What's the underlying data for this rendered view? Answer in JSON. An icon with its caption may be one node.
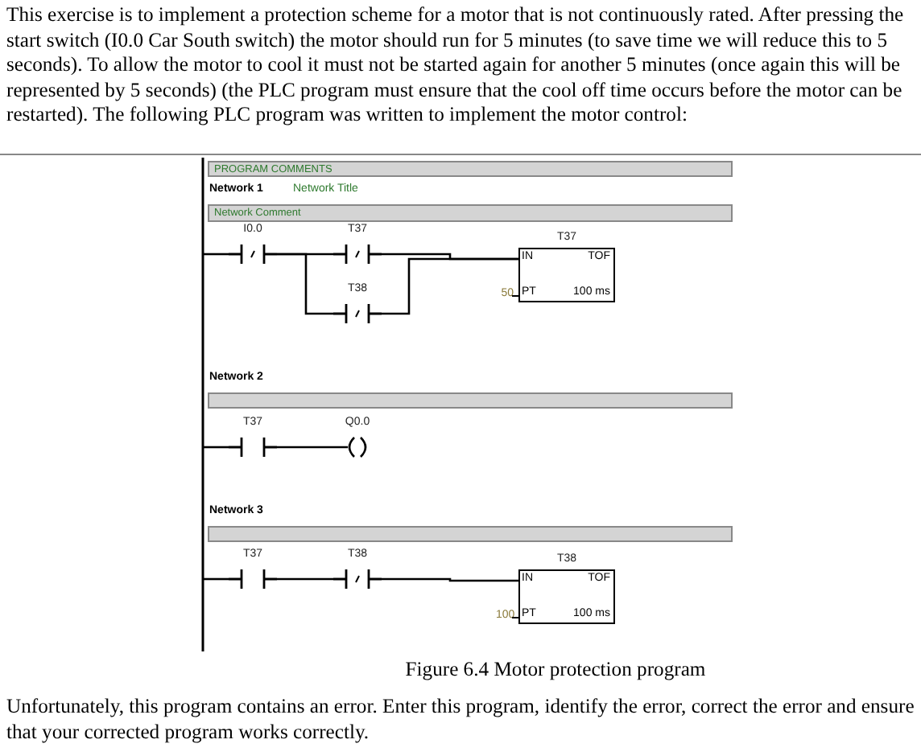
{
  "diagram": {
    "caption": "Figure 6.4 Motor protection program",
    "nodes": [
      {
        "text": [
          "I0.0"
        ]
      },
      {
        "text": [
          "T37"
        ]
      },
      {
        "text": [
          "T38"
        ]
      },
      {
        "text": [
          "T37",
          "IN",
          "TOF",
          "PT",
          "100 ms"
        ],
        "beside": [
          "50"
        ]
      },
      {
        "text": [
          "T37"
        ]
      },
      {
        "text": [
          "Q0.0"
        ]
      },
      {
        "text": [
          "T37"
        ]
      },
      {
        "text": [
          "T38"
        ]
      },
      {
        "text": [
          "T38",
          "IN",
          "TOF",
          "PT",
          "100 ms"
        ],
        "beside": [
          "100"
        ]
      }
    ],
    "edges": [
      {
        "from": null,
        "to": 0,
        "arrow": "none"
      },
      {
        "from": 0,
        "to": 1,
        "arrow": "none"
      },
      {
        "from": 0,
        "to": 2,
        "arrow": "none"
      },
      {
        "from": 1,
        "to": 3,
        "arrow": "none"
      },
      {
        "from": 2,
        "to": 3,
        "arrow": "none"
      },
      {
        "from": null,
        "to": 4,
        "arrow": "none"
      },
      {
        "from": 4,
        "to": 5,
        "arrow": "none"
      },
      {
        "from": null,
        "to": 6,
        "arrow": "none"
      },
      {
        "from": 6,
        "to": 7,
        "arrow": "none"
      },
      {
        "from": 7,
        "to": 8,
        "arrow": "none"
      }
    ],
    "labels": [
      "This exercise is to implement a protection scheme for a motor that is not continuously rated. After pressing the start switch (I0.0 Car South switch) the motor should run for 5 minutes (to save time we will reduce this to 5 seconds). To allow the motor to cool it must not be started again for another 5 minutes (once again this will be represented by 5 seconds) (the PLC program must ensure that the cool off time occurs before the motor can be restarted). The following PLC program was written to implement the motor control:",
      "PROGRAM COMMENTS",
      "Network 1",
      "Network Title",
      "Network Comment",
      "Network 2",
      "Network 3",
      "Unfortunately, this program contains an error. Enter this program, identify the error, correct the error and ensure that your corrected program works correctly."
    ]
  }
}
